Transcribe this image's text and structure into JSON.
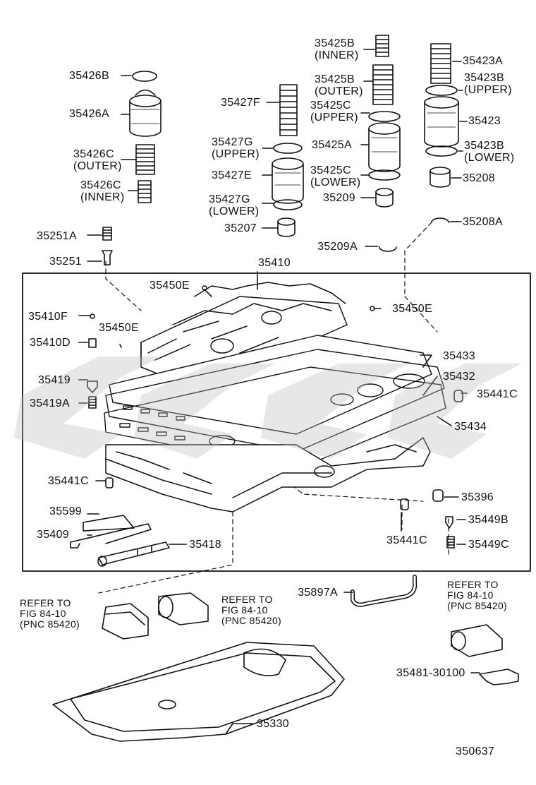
{
  "labels": {
    "p35426B": "35426B",
    "p35426A": "35426A",
    "p35426C_outer": [
      "35426C",
      "(OUTER)"
    ],
    "p35426C_inner": [
      "35426C",
      "(INNER)"
    ],
    "p35427F": "35427F",
    "p35427G_upper": [
      "35427G",
      "(UPPER)"
    ],
    "p35427E": "35427E",
    "p35427G_lower": [
      "35427G",
      "(LOWER)"
    ],
    "p35207": "35207",
    "p35425B_inner": [
      "35425B",
      "(INNER)"
    ],
    "p35425B_outer": [
      "35425B",
      "(OUTER)"
    ],
    "p35425C_upper": [
      "35425C",
      "(UPPER)"
    ],
    "p35425A": "35425A",
    "p35425C_lower": [
      "35425C",
      "(LOWER)"
    ],
    "p35209": "35209",
    "p35423A": "35423A",
    "p35423B_upper": [
      "35423B",
      "(UPPER)"
    ],
    "p35423": "35423",
    "p35423B_lower": [
      "35423B",
      "(LOWER)"
    ],
    "p35208": "35208",
    "p35208A": "35208A",
    "p35209A": "35209A",
    "p35251A": "35251A",
    "p35251": "35251",
    "p35410": "35410",
    "p35450E_a": "35450E",
    "p35450E_b": "35450E",
    "p35450E_c": "35450E",
    "p35410F": "35410F",
    "p35410D": "35410D",
    "p35433": "35433",
    "p35432": "35432",
    "p35441C_a": "35441C",
    "p35434": "35434",
    "p35419": "35419",
    "p35419A": "35419A",
    "p35441C_b": "35441C",
    "p35396": "35396",
    "p35599": "35599",
    "p35409": "35409",
    "p35418": "35418",
    "p35449B": "35449B",
    "p35441C_c": "35441C",
    "p35449C": "35449C",
    "p35897A": "35897A",
    "refer_left": [
      "REFER TO",
      "FIG 84-10",
      "(PNC 85420)"
    ],
    "refer_mid": [
      "REFER TO",
      "FIG 84-10",
      "(PNC 85420)"
    ],
    "refer_right": [
      "REFER TO",
      "FIG 84-10",
      "(PNC 85420)"
    ],
    "p35481": "35481-30100",
    "p35330": "35330",
    "figure_number": "350637"
  }
}
